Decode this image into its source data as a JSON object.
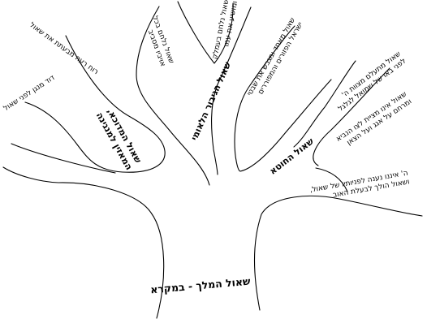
{
  "title": "שאול המלך - במקרא",
  "branches": {
    "troubled": {
      "heading": [
        "שאול המדוכא,",
        "המאזין למנגינה"
      ]
    },
    "hero": {
      "heading": "שאול הגיבור הלאומי"
    },
    "sinner": {
      "heading": "שאול החוטא"
    }
  },
  "leaves": {
    "david_plays": [
      "דוד מנגן לפני שאול"
    ],
    "evil_spirit": [
      "רוח רעה מבעתת את שאול"
    ],
    "fights_all": [
      "שאול נלחם בכל",
      "אויביו מסביב"
    ],
    "fights_amalek": [
      "שאול נלחם בעמלק",
      "ומושיע את עמו"
    ],
    "unites_tribes": [
      "שאול מאחד ומגבש את שבטי",
      "ישראל הפזורים והמפוררים"
    ],
    "ignores_command": [
      "שאול מתעלם מצוות ה'",
      "לפני באו של שמואל לגלגל"
    ],
    "spares_agag": [
      "שאול אינו מציית לצו הנביא",
      "ומרחם על אגג ועל הצאן"
    ],
    "god_silent": [
      "ה' איננו נענה לפניותיו של שאול,",
      "ושאול הולך לבעלת האוב"
    ]
  }
}
